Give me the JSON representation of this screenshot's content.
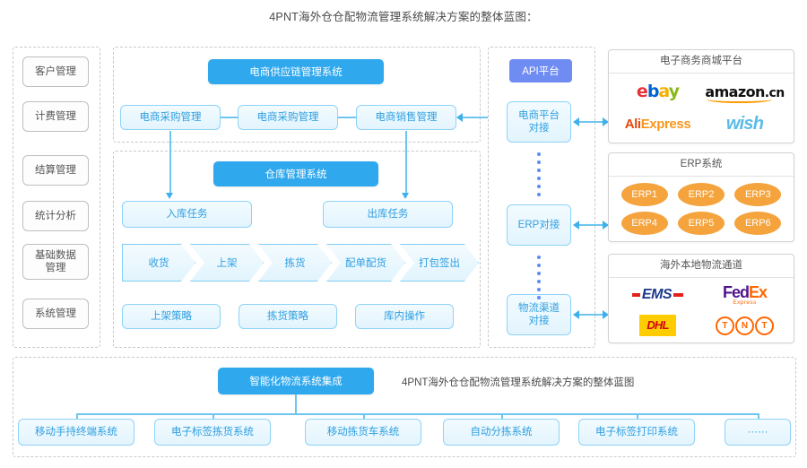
{
  "page": {
    "title": "4PNT海外仓仓配物流管理系统解决方案的整体蓝图：",
    "accent_blue": "#2fa8ed",
    "accent_purple": "#6f8cf2",
    "accent_orange": "#f5a33c",
    "light_box_border": "#8ed3f7",
    "light_box_text": "#2f9fe0"
  },
  "sidebar": {
    "items": [
      {
        "label": "客户管理"
      },
      {
        "label": "计费管理"
      },
      {
        "label": "结算管理"
      },
      {
        "label": "统计分析"
      },
      {
        "label": "基础数据\n管理"
      },
      {
        "label": "系统管理"
      }
    ]
  },
  "supply_chain": {
    "header": "电商供应链管理系统",
    "modules": [
      {
        "label": "电商采购管理"
      },
      {
        "label": "电商采购管理"
      },
      {
        "label": "电商销售管理"
      }
    ]
  },
  "warehouse": {
    "header": "仓库管理系统",
    "tasks": [
      {
        "label": "入库任务"
      },
      {
        "label": "出库任务"
      }
    ],
    "process": [
      {
        "label": "收货"
      },
      {
        "label": "上架"
      },
      {
        "label": "拣货"
      },
      {
        "label": "配单配货"
      },
      {
        "label": "打包签出"
      }
    ],
    "strategies": [
      {
        "label": "上架策略"
      },
      {
        "label": "拣货策略"
      },
      {
        "label": "库内操作"
      }
    ]
  },
  "api": {
    "header": "API平台",
    "connectors": [
      {
        "line1": "电商平台",
        "line2": "对接"
      },
      {
        "line1": "ERP对接",
        "line2": ""
      },
      {
        "line1": "物流渠道",
        "line2": "对接"
      }
    ]
  },
  "panels": [
    {
      "title": "电子商务商城平台",
      "logos": [
        {
          "name": "ebay-logo",
          "text": "ebay"
        },
        {
          "name": "amazon-logo",
          "text": "amazon.cn"
        },
        {
          "name": "aliexpress-logo",
          "text": "AliExpress"
        },
        {
          "name": "wish-logo",
          "text": "wish"
        }
      ]
    },
    {
      "title": "ERP系统",
      "items": [
        {
          "label": "ERP1"
        },
        {
          "label": "ERP2"
        },
        {
          "label": "ERP3"
        },
        {
          "label": "ERP4"
        },
        {
          "label": "ERP5"
        },
        {
          "label": "ERP6"
        }
      ]
    },
    {
      "title": "海外本地物流通道",
      "logos": [
        {
          "name": "ems-logo",
          "text": "EMS"
        },
        {
          "name": "fedex-logo",
          "text": "FedEx Express"
        },
        {
          "name": "dhl-logo",
          "text": "DHL"
        },
        {
          "name": "tnt-logo",
          "text": "TNT"
        }
      ]
    }
  ],
  "bottom": {
    "header": "智能化物流系统集成",
    "note": "4PNT海外仓仓配物流管理系统解决方案的整体蓝图",
    "items": [
      {
        "label": "移动手持终端系统"
      },
      {
        "label": "电子标签拣货系统"
      },
      {
        "label": "移动拣货车系统"
      },
      {
        "label": "自动分拣系统"
      },
      {
        "label": "电子标签打印系统"
      },
      {
        "label": "······"
      }
    ]
  }
}
